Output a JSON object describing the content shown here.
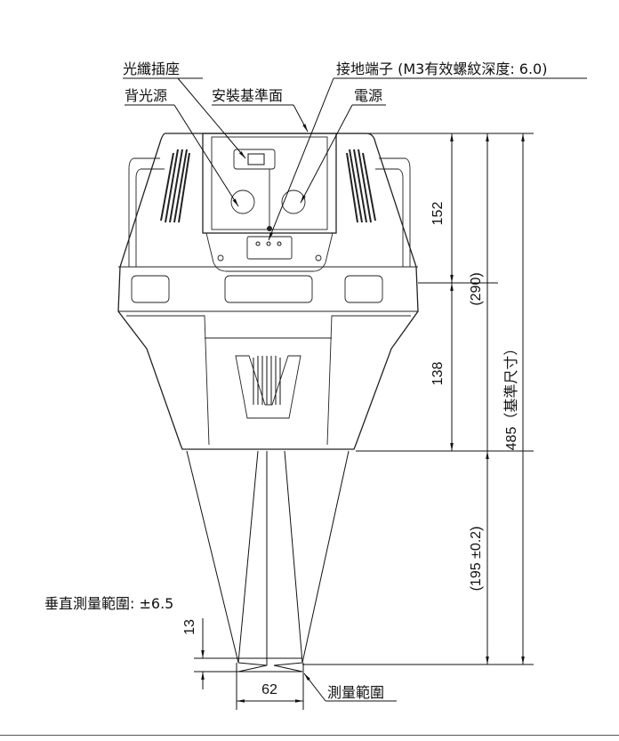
{
  "labels": {
    "fiber_socket": "光纖插座",
    "ground_terminal": "接地端子 (M3有效螺紋深度: 6.0)",
    "backlight": "背光源",
    "mount_reference": "安裝基準面",
    "power": "電源",
    "vertical_range": "垂直測量範圍: ±6.5",
    "measure_range": "測量範圍"
  },
  "dimensions": {
    "d152": "152",
    "d138": "138",
    "d290": "(290)",
    "d485": "485（基準尺寸）",
    "d195": "(195 ±0.2)",
    "d13": "13",
    "d62": "62"
  }
}
